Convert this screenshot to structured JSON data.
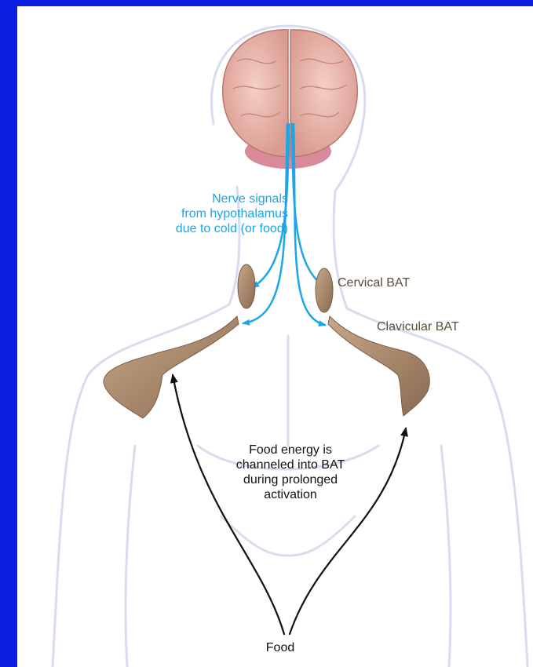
{
  "labels": {
    "nerve_signals": "Nerve signals\nfrom hypothalamus\ndue to cold (or food)",
    "cervical_bat": "Cervical BAT",
    "clavicular_bat": "Clavicular BAT",
    "food_energy": "Food energy is\nchanneled into BAT\nduring prolonged\nactivation",
    "food": "Food"
  },
  "colors": {
    "background": "#0a1fe0",
    "nerve": "#1aa6e8",
    "bat": "#a7876a",
    "brain": "#e9b3a6",
    "body_outline": "#d9dcef"
  }
}
